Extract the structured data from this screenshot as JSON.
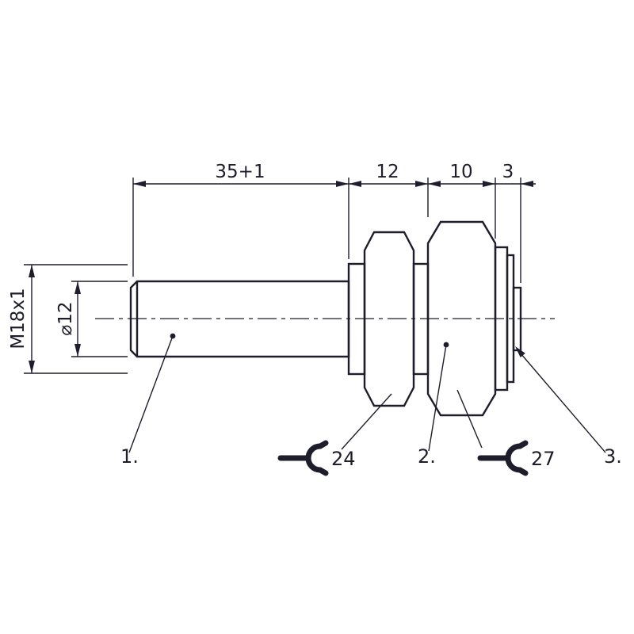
{
  "drawing": {
    "dimensions": {
      "probe_length": "35+1",
      "hex_section_length": "12",
      "body_length": "10",
      "tip_length": "3",
      "thread": "M18x1",
      "probe_diameter": "⌀12"
    },
    "callouts": {
      "part1": "1.",
      "part2": "2.",
      "part3": "3.",
      "wrench_size_small": "24",
      "wrench_size_large": "27"
    },
    "icons": [
      "wrench-24-icon",
      "wrench-27-icon"
    ],
    "colors": {
      "line": "#1d1d2b",
      "background": "#ffffff"
    }
  }
}
